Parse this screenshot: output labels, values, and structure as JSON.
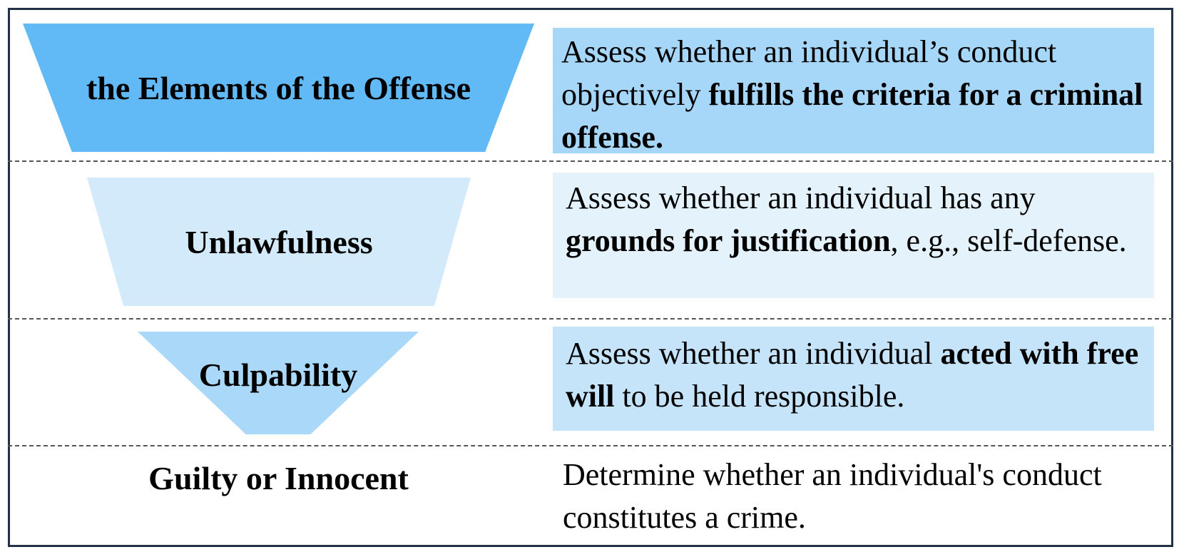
{
  "diagram": {
    "stages": [
      {
        "label": "the Elements of the Offense",
        "color": "#61baf5",
        "desc_color": "#a6d6f8",
        "desc": [
          {
            "text": "Assess whether an individual’s conduct objectively ",
            "bold": false
          },
          {
            "text": "fulfills the criteria for a criminal offense.",
            "bold": true
          }
        ]
      },
      {
        "label": "Unlawfulness",
        "color": "#d3eafb",
        "desc_color": "#e4f2fc",
        "desc": [
          {
            "text": "Assess whether an individual has any ",
            "bold": false
          },
          {
            "text": "grounds for justification",
            "bold": true
          },
          {
            "text": ", e.g., self-defense.",
            "bold": false
          }
        ]
      },
      {
        "label": "Culpability",
        "color": "#a9d8f8",
        "desc_color": "#c5e4fa",
        "desc": [
          {
            "text": "Assess whether an individual ",
            "bold": false
          },
          {
            "text": "acted with free will",
            "bold": true
          },
          {
            "text": " to be held responsible.",
            "bold": false
          }
        ]
      },
      {
        "label": "Guilty or Innocent",
        "color": "",
        "desc_color": "",
        "desc": [
          {
            "text": "Determine whether an individual's conduct constitutes a crime.",
            "bold": false
          }
        ]
      }
    ]
  }
}
